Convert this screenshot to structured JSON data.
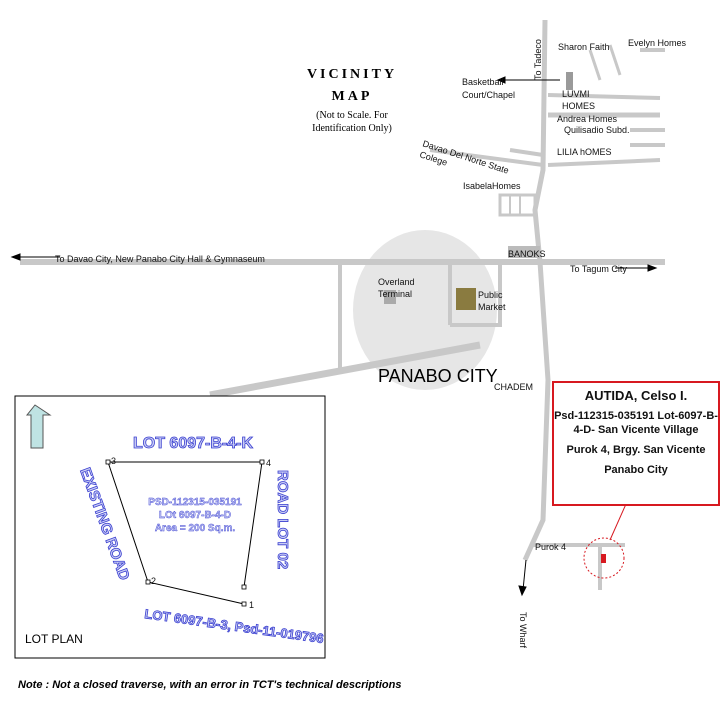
{
  "title": {
    "line1": "VICINITY",
    "line2": "MAP",
    "sub1": "(Not to Scale. For",
    "sub2": "Identification Only)"
  },
  "labels": {
    "tadeco": "To Tadeco",
    "sharon": "Sharon Faith",
    "evelyn": "Evelyn Homes",
    "basketball1": "Basketball",
    "basketball2": "Court/Chapel",
    "luvmi1": "LUVMI",
    "luvmi2": "HOMES",
    "andrea": "Andrea Homes",
    "quilisadio": "Quilisadio Subd.",
    "lilia": "LILIA hOMES",
    "college1": "Davao Del Norte State",
    "college2": "Colege",
    "isabela": "IsabelaHomes",
    "banoks": "BANOKS",
    "tagum": "To Tagum City",
    "davao": "To Davao City, New Panabo City Hall & Gymnaseum",
    "overland1": "Overland",
    "overland2": "Terminal",
    "market1": "Public",
    "market2": "Market",
    "panabo": "PANABO CITY",
    "chadem": "CHADEM",
    "purok4": "Purok 4",
    "wharf": "To Wharf"
  },
  "owner": {
    "name": "AUTIDA, Celso I.",
    "lot": "Psd-112315-035191 Lot-6097-B-4-D- San Vicente Village",
    "address": "Purok 4, Brgy. San Vicente",
    "city": "Panabo City"
  },
  "lotplan": {
    "title": "LOT PLAN",
    "north_lot": "LOT 6097-B-4-K",
    "east": "ROAD LOT 02",
    "west": "EXISTING ROAD",
    "south_lot": "LOT 6097-B-3, Psd-11-019796",
    "psd": "PSD-112315-035191",
    "lot": "LOt 6097-B-4-D",
    "area": "Area = 200 Sq.m.",
    "corners": [
      "1",
      "2",
      "3",
      "4"
    ]
  },
  "note": "Note : Not a closed traverse, with an error in TCT's technical descriptions",
  "colors": {
    "road": "#c8c8c8",
    "frame": "#d71920",
    "arrow": "#bfe3e3"
  }
}
